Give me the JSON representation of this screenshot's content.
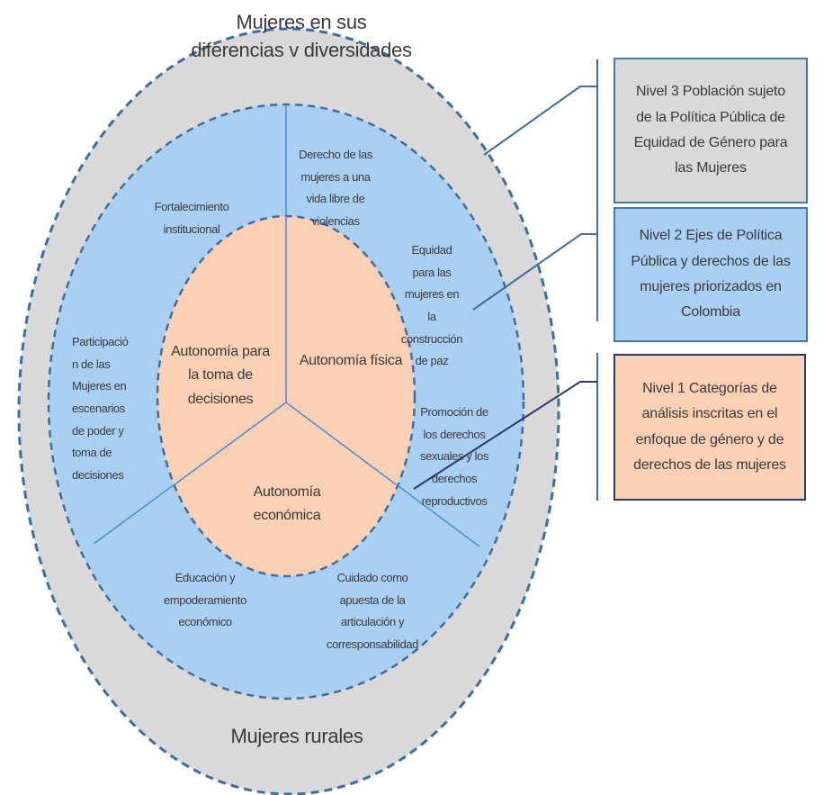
{
  "colors": {
    "outer_ring": "#d9d9d9",
    "middle_ring": "#a9cff3",
    "inner_circle": "#fbd0b4",
    "dashed_stroke": "#3f6d9e",
    "divider": "#4f8fd1",
    "connector": "#3f6d9e"
  },
  "outer_ring": {
    "top_label": [
      "Mujeres en sus",
      "diferencias v diversidades"
    ],
    "bottom_label": [
      "Mujeres rurales"
    ]
  },
  "middle_ring": {
    "axes": [
      {
        "lines": [
          "Derecho de las",
          "mujeres a una",
          "vida libre de",
          "violencias"
        ]
      },
      {
        "lines": [
          "Fortalecimiento",
          "institucional"
        ]
      },
      {
        "lines": [
          "Equidad",
          "para las",
          "mujeres en",
          "la",
          "construcción",
          "de paz"
        ]
      },
      {
        "lines": [
          "Participació",
          "n de las",
          "Mujeres en",
          "escenarios",
          "de poder y",
          "toma de",
          "decisiones"
        ]
      },
      {
        "lines": [
          "Promoción de",
          "los derechos",
          "sexuales y los",
          "derechos",
          "reproductivos"
        ]
      },
      {
        "lines": [
          "Educación y",
          "empoderamiento",
          "económico"
        ]
      },
      {
        "lines": [
          "Cuidado como",
          "apuesta de la",
          "articulación y",
          "corresponsabilidad"
        ]
      }
    ]
  },
  "inner_circle": {
    "categories": [
      {
        "lines": [
          "Autonomía para",
          "la toma de",
          "decisiones"
        ]
      },
      {
        "lines": [
          "Autonomía física"
        ]
      },
      {
        "lines": [
          "Autonomía",
          "económica"
        ]
      }
    ]
  },
  "legend": [
    {
      "level": 3,
      "lines": [
        "Nivel 3 Población sujeto",
        "de la Política Pública de",
        "Equidad de Género para",
        "las Mujeres"
      ]
    },
    {
      "level": 2,
      "lines": [
        "Nivel 2 Ejes de Política",
        "Pública y derechos de las",
        "mujeres priorizados en",
        "Colombia"
      ]
    },
    {
      "level": 1,
      "lines": [
        "Nivel 1 Categorías de",
        "análisis inscritas en el",
        "enfoque de género y de",
        "derechos de las mujeres"
      ]
    }
  ]
}
